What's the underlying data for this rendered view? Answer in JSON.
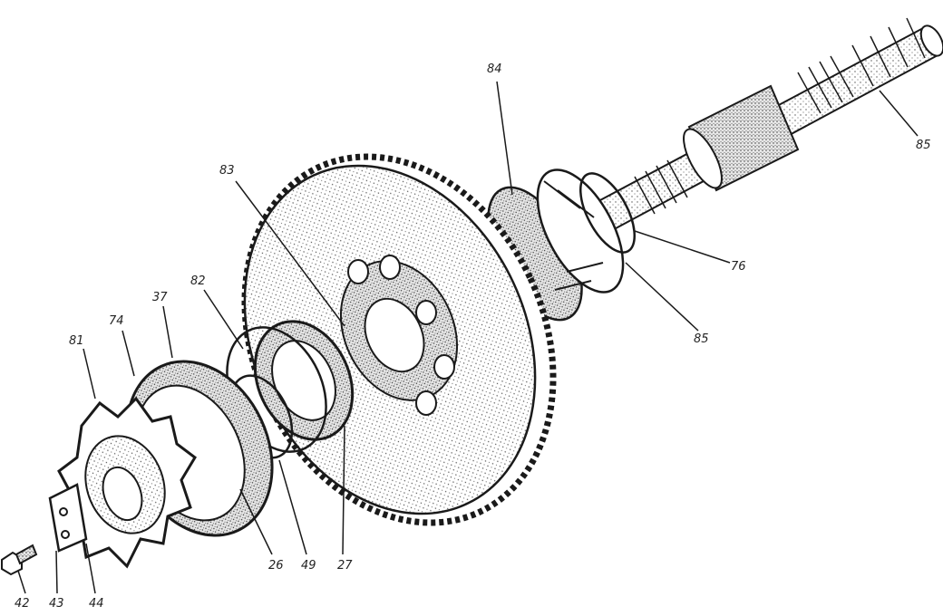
{
  "diagram": {
    "labels": {
      "p85_top": "85",
      "p84": "84",
      "p83": "83",
      "p76": "76",
      "p85_mid": "85",
      "p82": "82",
      "p74": "74",
      "p37": "37",
      "p81": "81",
      "p26": "26",
      "p49": "49",
      "p27": "27",
      "p42": "42",
      "p43": "43",
      "p44": "44"
    }
  },
  "colors": {
    "ink": "#1a1a1a",
    "paper": "#ffffff",
    "stipple": "#d8d8d8"
  }
}
